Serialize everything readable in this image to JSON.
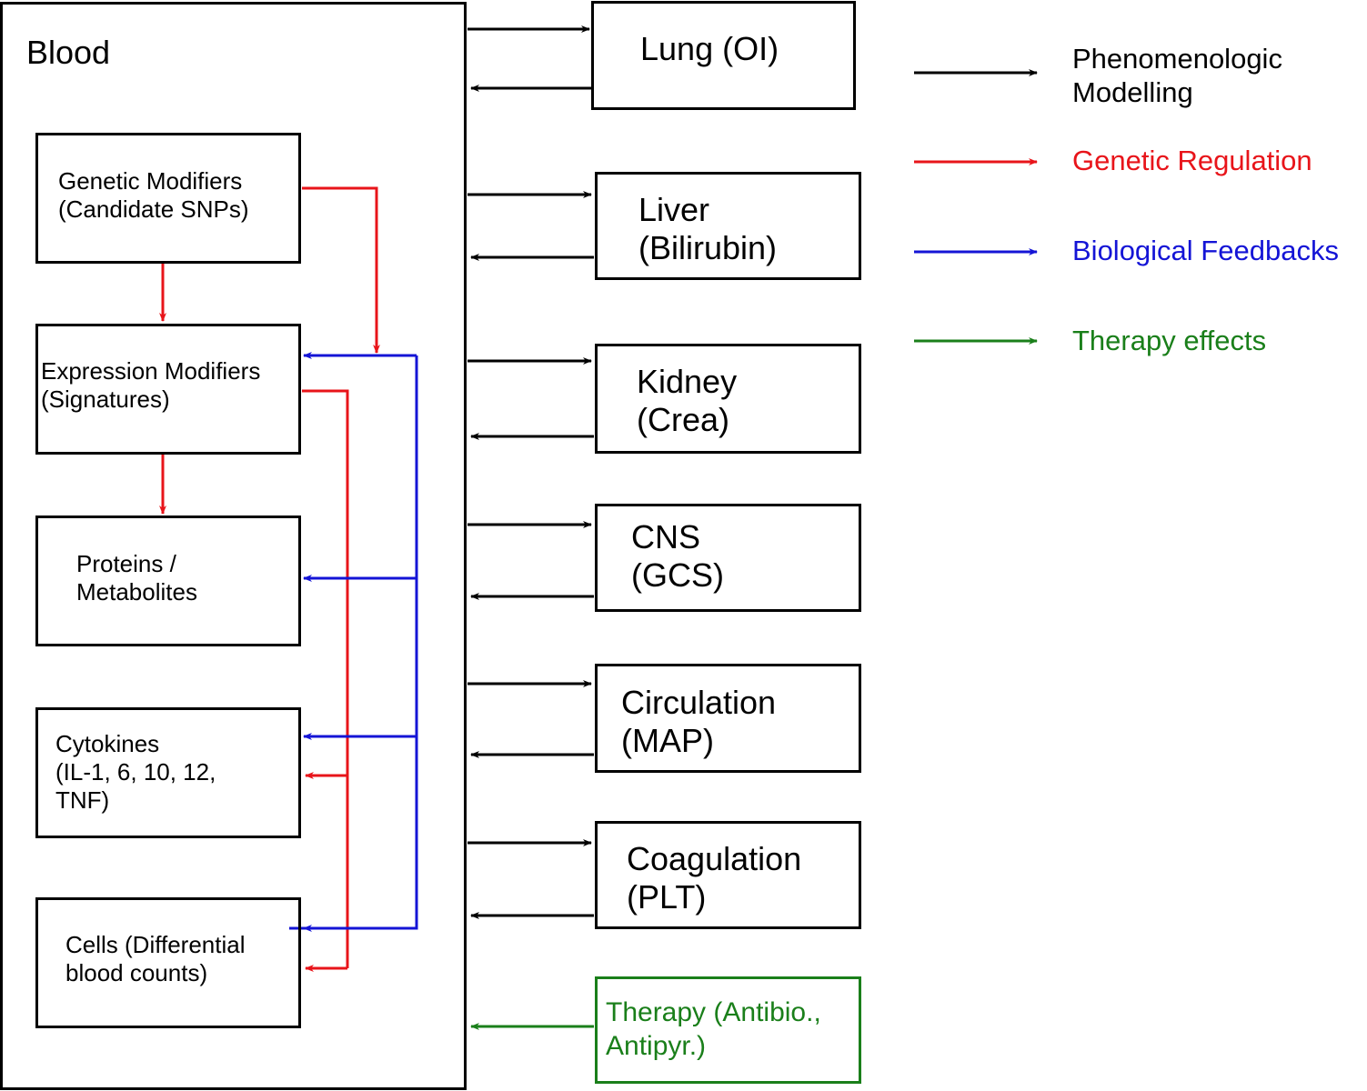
{
  "blood": {
    "title": "Blood",
    "boxes": {
      "genetic": [
        "Genetic Modifiers",
        "(Candidate SNPs)"
      ],
      "expression": [
        "Expression Modifiers",
        "(Signatures)"
      ],
      "proteins": [
        "Proteins /",
        "Metabolites"
      ],
      "cytokines": [
        "Cytokines",
        "(IL-1, 6, 10, 12,",
        "TNF)"
      ],
      "cells": [
        "Cells (Differential",
        "blood counts)"
      ]
    }
  },
  "organs": {
    "lung": [
      "Lung (OI)"
    ],
    "liver": [
      "Liver",
      "(Bilirubin)"
    ],
    "kidney": [
      "Kidney",
      "(Crea)"
    ],
    "cns": [
      "CNS",
      "(GCS)"
    ],
    "circulation": [
      "Circulation",
      "(MAP)"
    ],
    "coagulation": [
      "Coagulation",
      "(PLT)"
    ]
  },
  "therapy": [
    "Therapy (Antibio.,",
    "Antipyr.)"
  ],
  "legend": {
    "phenomenologic": [
      "Phenomenologic",
      "Modelling"
    ],
    "genetic": "Genetic Regulation",
    "biological": "Biological Feedbacks",
    "therapy": "Therapy effects"
  },
  "colors": {
    "phenomenologic": "#000000",
    "genetic": "#e8141a",
    "biological": "#1414d6",
    "therapy": "#1a7f1a"
  }
}
